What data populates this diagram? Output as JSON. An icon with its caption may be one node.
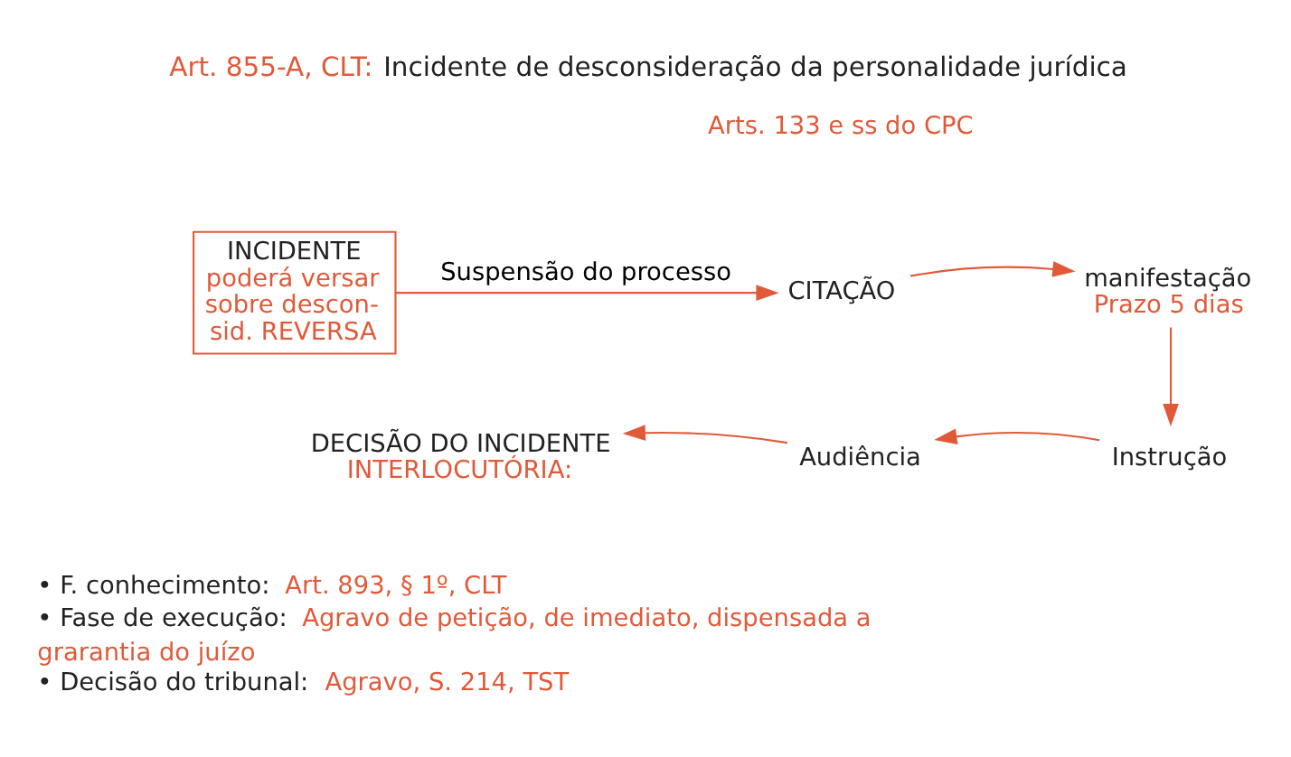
{
  "diagram": {
    "title": "Art. 855-A, CLT: Incidente de desconsideração da personalidade jurídica",
    "nodes": [
      {
        "text": [
          "INCIDENTE",
          "poderá versar sobre descon- sid. REVERSA"
        ]
      },
      {
        "text": [
          "CITAÇÃO"
        ]
      },
      {
        "text": [
          "manifestação",
          "Prazo 5 dias"
        ]
      },
      {
        "text": [
          "Instrução"
        ]
      },
      {
        "text": [
          "Audiência"
        ]
      },
      {
        "text": [
          "DECISÃO DO INCIDENTE",
          "INTERLOCUTÓRIA:"
        ]
      }
    ],
    "edges": [
      {
        "from": 0,
        "to": 1,
        "arrow": "to",
        "label": "Suspensão do processo"
      },
      {
        "from": 1,
        "to": 2,
        "arrow": "to"
      },
      {
        "from": 2,
        "to": 3,
        "arrow": "to"
      },
      {
        "from": 3,
        "to": 4,
        "arrow": "to"
      },
      {
        "from": 4,
        "to": 5,
        "arrow": "to"
      }
    ],
    "labels": [
      "Arts. 133 e ss do CPC",
      "• F. conhecimento: Art. 893, § 1º, CLT",
      "• Fase de execução: Agravo de petição, de imediato, dispensada a grarantia do juízo",
      "• Decisão do tribunal: Agravo, S. 214, TST"
    ]
  }
}
